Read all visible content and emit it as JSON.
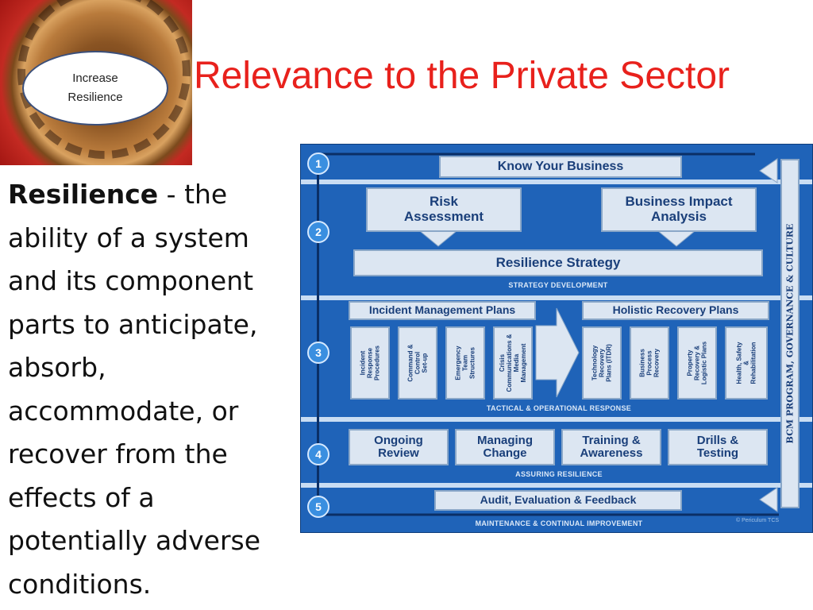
{
  "title": "Relevance to the Private Sector",
  "badge": {
    "text": "Increase\nResilience"
  },
  "definition": {
    "term": "Resilience",
    "text": " - the ability of a system and its component parts to anticipate, absorb, accommodate, or recover from the effects of a potentially adverse conditions."
  },
  "diagram": {
    "steps": [
      "1",
      "2",
      "3",
      "4",
      "5"
    ],
    "know_your_business": "Know Your Business",
    "risk_assessment": "Risk\nAssessment",
    "business_impact_analysis": "Business Impact\nAnalysis",
    "resilience_strategy": "Resilience Strategy",
    "strategy_caption": "STRATEGY DEVELOPMENT",
    "incident_management_plans": "Incident Management Plans",
    "holistic_recovery_plans": "Holistic Recovery Plans",
    "incident_items": [
      "Incident\nResponse\nProcedures",
      "Command &\nControl\nSet-up",
      "Emergency\nTeam\nStructures",
      "Crisis\nCommunications &\nMedia\nManagement"
    ],
    "recovery_items": [
      "Technology\nRecovery\nPlans (ITDR)",
      "Business\nProcess\nRecovery",
      "Property\nRecovery &\nLogistic Plans",
      "Health, Safety\n&\nRehabilitation"
    ],
    "tactical_caption": "TACTICAL & OPERATIONAL RESPONSE",
    "assuring_items": [
      "Ongoing\nReview",
      "Managing\nChange",
      "Training &\nAwareness",
      "Drills &\nTesting"
    ],
    "assuring_caption": "ASSURING  RESILIENCE",
    "audit": "Audit, Evaluation & Feedback",
    "maintenance_caption": "MAINTENANCE & CONTINUAL IMPROVEMENT",
    "side_label": "BCM PROGRAM, GOVERNANCE & CULTURE",
    "copyright": "© Periculum TCS"
  },
  "colors": {
    "title": "#e8211c",
    "diagram_bg": "#1f63b8",
    "box_text": "#1a3f7a"
  }
}
